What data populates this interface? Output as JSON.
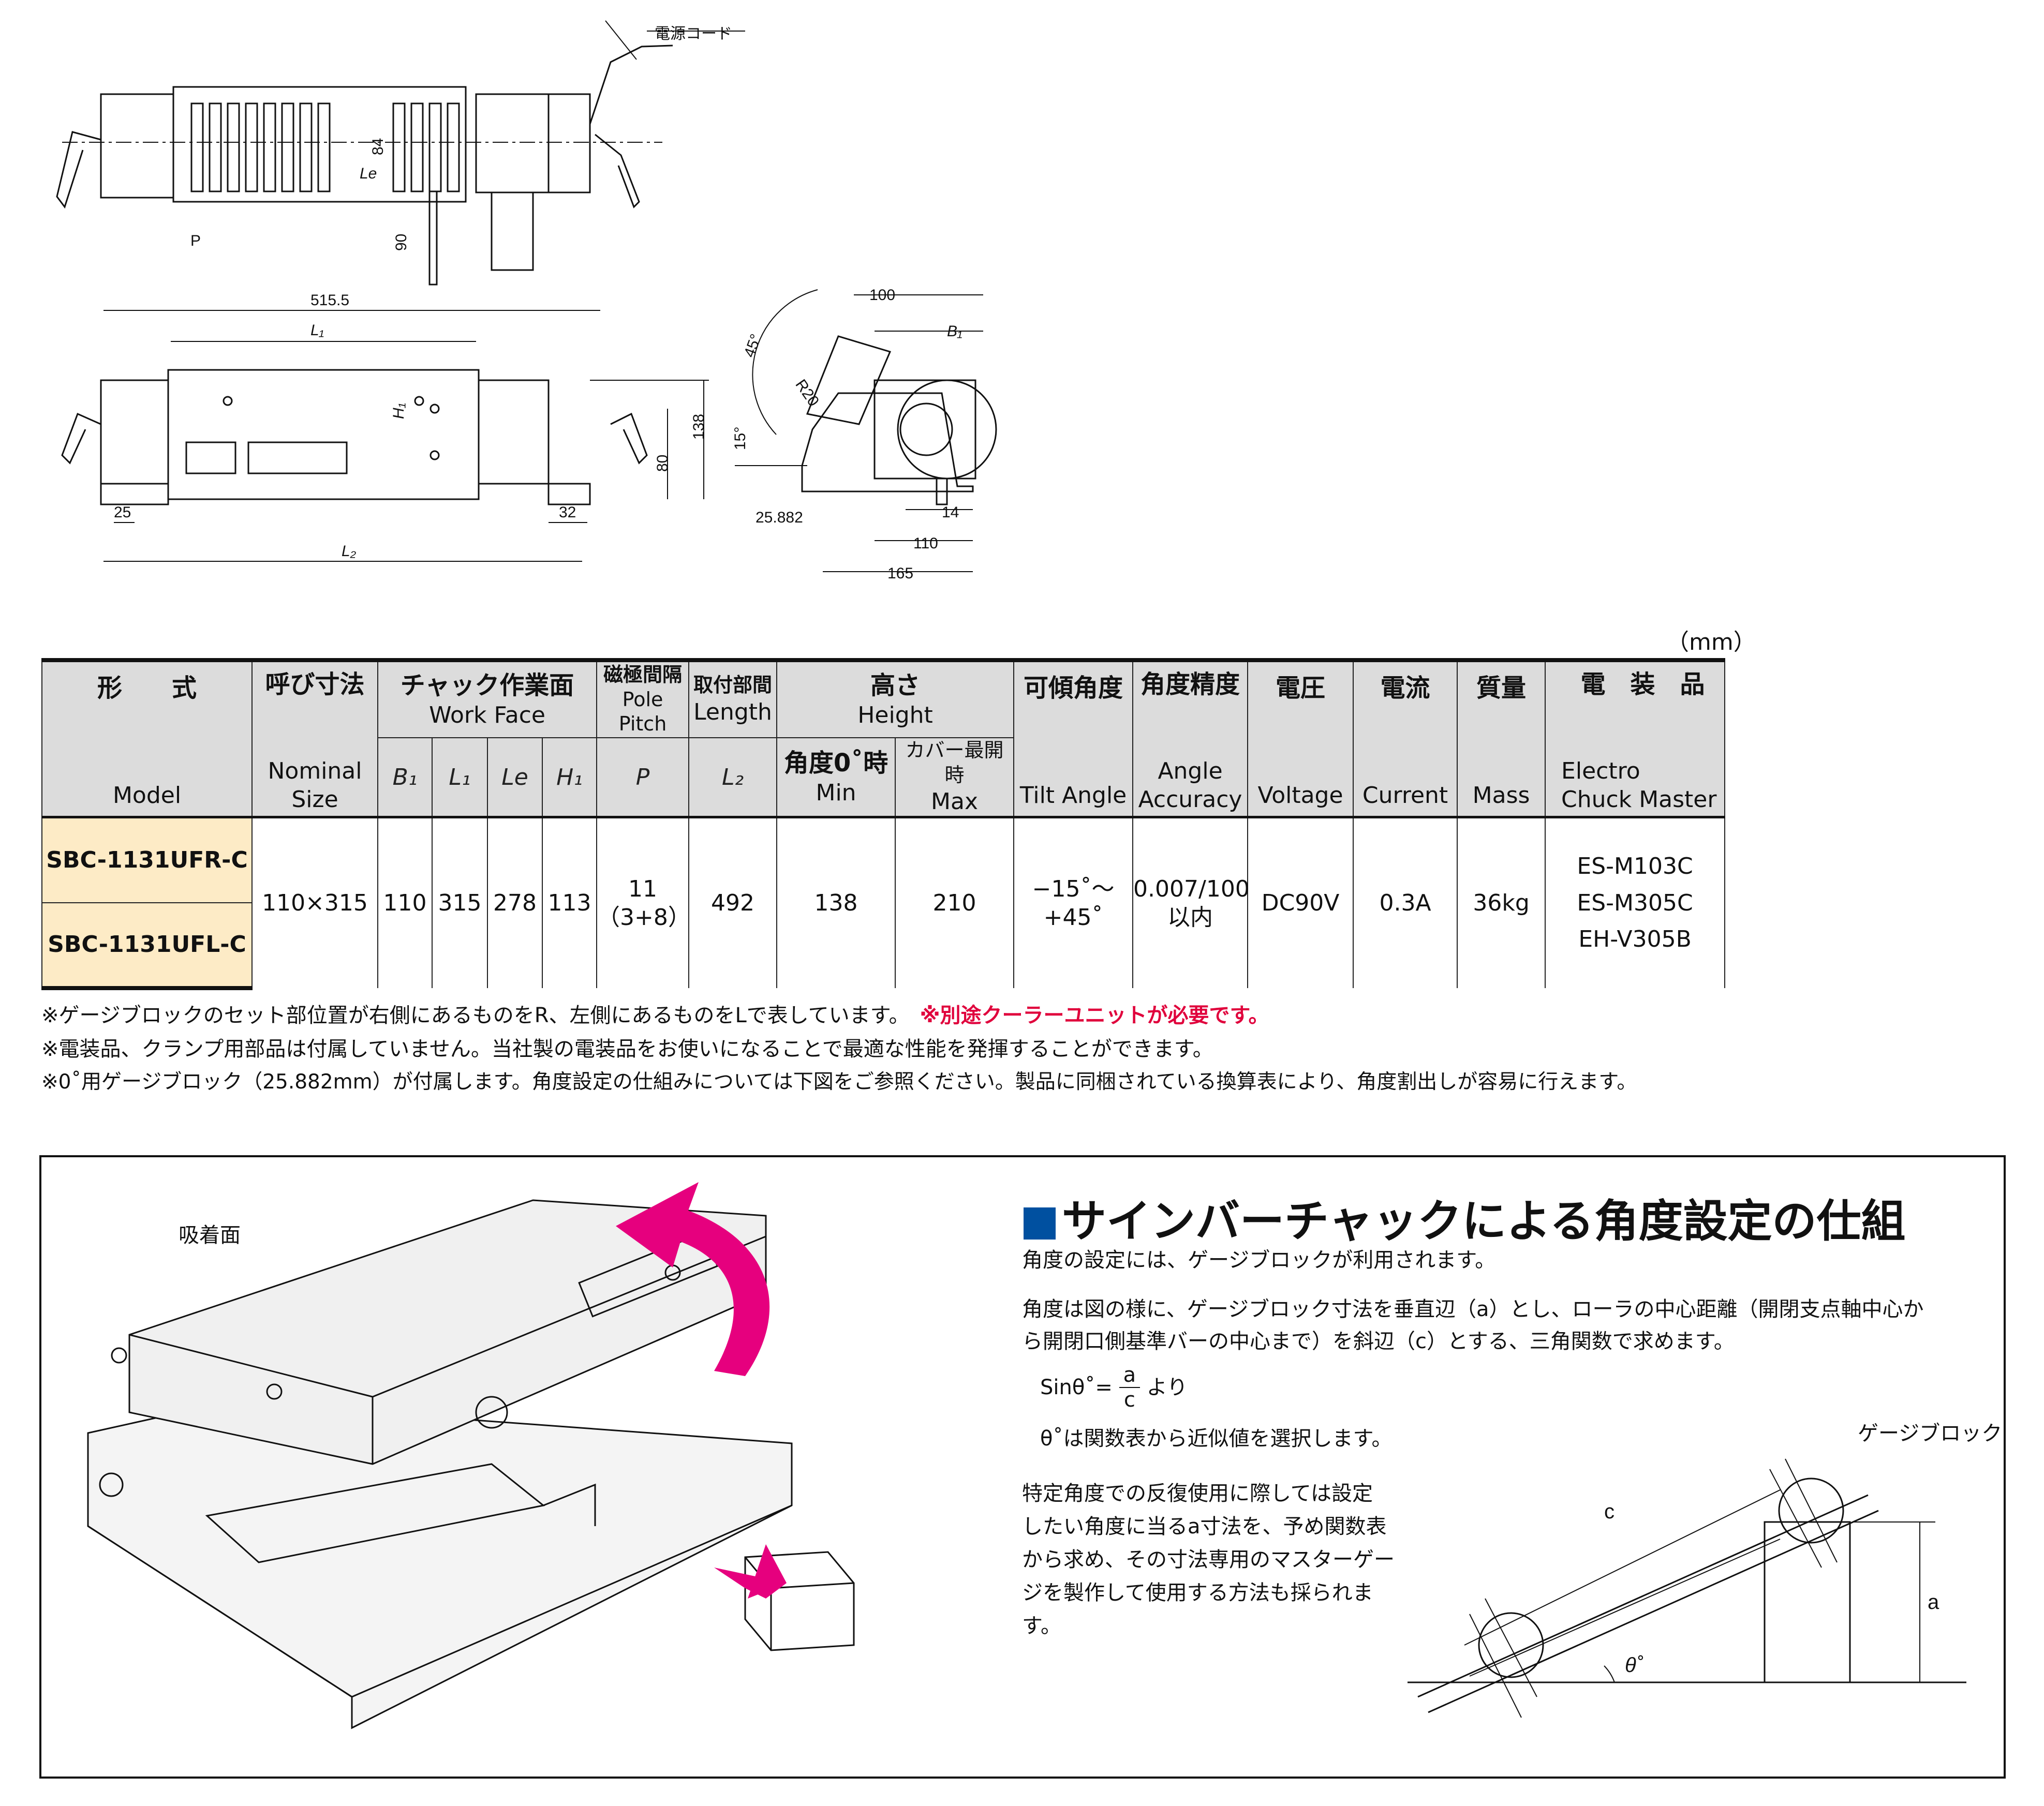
{
  "drawing": {
    "power_cord": "電源コード",
    "dims_top": [
      "84",
      "Le",
      "P",
      "90"
    ],
    "dims_front": [
      "515.5",
      "L₁",
      "H₁",
      "138",
      "80",
      "25",
      "32",
      "L₂"
    ],
    "dims_side": [
      "100",
      "B₁",
      "45°",
      "R20",
      "15°",
      "25.882",
      "14",
      "110",
      "165"
    ]
  },
  "unit": "（mm）",
  "table": {
    "headers": {
      "model_jp": "形　　式",
      "model_en": "Model",
      "nominal_jp": "呼び寸法",
      "nominal_en1": "Nominal",
      "nominal_en2": "Size",
      "workface_jp": "チャック作業面",
      "workface_en": "Work Face",
      "b1": "B₁",
      "l1": "L₁",
      "le": "Le",
      "h1": "H₁",
      "pole_jp": "磁極間隔",
      "pole_en": "Pole Pitch",
      "p": "P",
      "length_jp": "取付部間",
      "length_en": "Length",
      "l2": "L₂",
      "height_jp": "高さ",
      "height_en": "Height",
      "min_jp": "角度0˚時",
      "min_en": "Min",
      "max_jp": "カバー最開時",
      "max_en": "Max",
      "tilt_jp": "可傾角度",
      "tilt_en": "Tilt Angle",
      "acc_jp": "角度精度",
      "acc_en1": "Angle",
      "acc_en2": "Accuracy",
      "volt_jp": "電圧",
      "volt_en": "Voltage",
      "curr_jp": "電流",
      "curr_en": "Current",
      "mass_jp": "質量",
      "mass_en": "Mass",
      "elec_jp": "電　装　品",
      "elec_en1": "Electro",
      "elec_en2": "Chuck Master"
    },
    "models": [
      "SBC-1131UFR-C",
      "SBC-1131UFL-C"
    ],
    "values": {
      "nominal": "110×315",
      "b1": "110",
      "l1": "315",
      "le": "278",
      "h1": "113",
      "p": "11（3+8）",
      "l2": "492",
      "min": "138",
      "max": "210",
      "tilt": "−15˚〜+45˚",
      "acc1": "0.007/100",
      "acc2": "以内",
      "volt": "DC90V",
      "curr": "0.3A",
      "mass": "36kg",
      "elec": [
        "ES-M103C",
        "ES-M305C",
        "EH-V305B"
      ]
    }
  },
  "notes": {
    "n1": "※ゲージブロックのセット部位置が右側にあるものをR、左側にあるものをLで表しています。",
    "n1_red": "※別途クーラーユニットが必要です。",
    "n2": "※電装品、クランプ用部品は付属していません。当社製の電装品をお使いになることで最適な性能を発揮することができます。",
    "n3": "※0˚用ゲージブロック（25.882mm）が付属します。角度設定の仕組みについては下図をご参照ください。製品に同梱されている換算表により、角度割出しが容易に行えます。"
  },
  "lower": {
    "suction_label": "吸着面",
    "heading": "サインバーチャックによる角度設定の仕組",
    "p1": "角度の設定には、ゲージブロックが利用されます。",
    "p2a": "角度は図の様に、ゲージブロック寸法を垂直辺（a）とし、ローラの中心距離（開閉支点軸中心か",
    "p2b": "ら開閉口側基準バーの中心まで）を斜辺（c）とする、三角関数で求めます。",
    "formula_left": "Sinθ˚=",
    "formula_num": "a",
    "formula_den": "c",
    "formula_right": "より",
    "p3": "θ˚は関数表から近似値を選択します。",
    "p4": [
      "特定角度での反復使用に際しては設定",
      "したい角度に当るa寸法を、予め関数表",
      "から求め、その寸法専用のマスターゲー",
      "ジを製作して使用する方法も採られま",
      "す。"
    ],
    "gauge_label": "ゲージブロック",
    "c_label": "c",
    "a_label": "a",
    "theta_label": "θ˚"
  },
  "colors": {
    "model_bg": "#fdebc6",
    "header_bg": "#dcdcdc",
    "accent_blue": "#0050a0",
    "arrow_pink": "#e6007e",
    "note_red": "#e0003c"
  }
}
